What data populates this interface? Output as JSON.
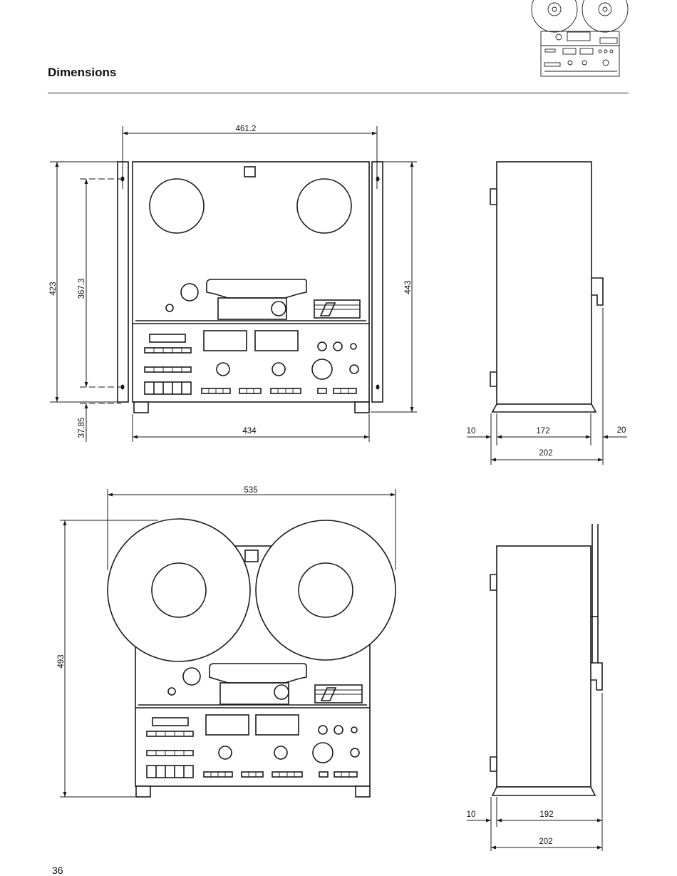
{
  "page": {
    "title": "Dimensions",
    "page_number": "36"
  },
  "front_view": {
    "width_with_rack_ears": "461.2",
    "body_width": "434",
    "rack_height": "423",
    "hole_spacing": "367.3",
    "body_height": "443",
    "bottom_offset": "37.85"
  },
  "side_view": {
    "front_offset": "10",
    "depth": "172",
    "rear_offset": "20",
    "total_depth": "202"
  },
  "front_view_large_reels": {
    "width": "535",
    "height": "493"
  },
  "side_view_large_reels": {
    "front_offset": "10",
    "depth": "192",
    "total_depth": "202"
  }
}
